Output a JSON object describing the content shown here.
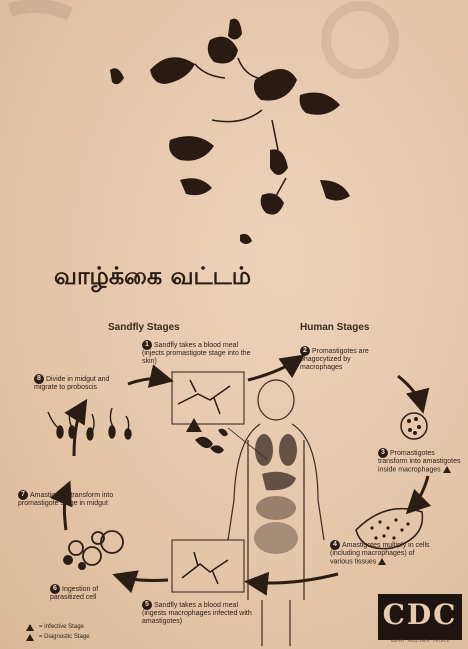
{
  "header": {
    "tamil_title": "வாழ்க்கை வட்டம்"
  },
  "stages": {
    "sandfly": "Sandfly Stages",
    "human": "Human Stages"
  },
  "steps": [
    {
      "num": "1",
      "text": "Sandfly takes a blood meal (injects promastigote stage into the skin)"
    },
    {
      "num": "2",
      "text": "Promastigotes are phagocytized by macrophages"
    },
    {
      "num": "3",
      "text": "Promastigotes transform into amastigotes inside macrophages"
    },
    {
      "num": "4",
      "text": "Amastigotes multiply in cells (including macrophages) of various tissues"
    },
    {
      "num": "5",
      "text": "Sandfly takes a blood meal (ingests macrophages infected with amastigotes)"
    },
    {
      "num": "6",
      "text": "Ingestion of parasitized cell"
    },
    {
      "num": "7",
      "text": "Amastigotes transform into promastigote stage in midgut"
    },
    {
      "num": "8",
      "text": "Divide in midgut and migrate to proboscis"
    }
  ],
  "legend": {
    "infective": "= Infective Stage",
    "diagnostic": "= Diagnostic Stage"
  },
  "logo": {
    "text": "CDC",
    "subtitle": "SAFER · HEALTHIER · PEOPLE"
  },
  "colors": {
    "paper": "#e6c9ae",
    "ink": "#2b1c14"
  }
}
